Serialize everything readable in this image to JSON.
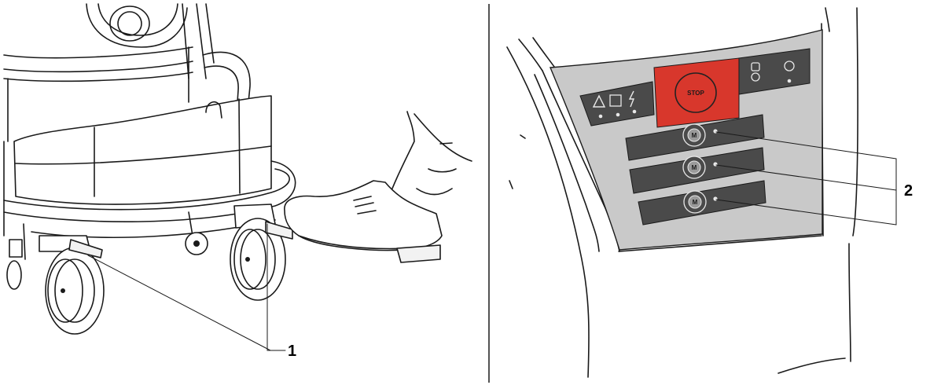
{
  "figure": {
    "callouts": [
      {
        "id": "1",
        "label": "1"
      },
      {
        "id": "2",
        "label": "2"
      }
    ],
    "control_panel": {
      "stop_label": "STOP",
      "motor_button_label": "M",
      "colors": {
        "stop_red": "#d8372c",
        "panel_gray": "#c9c9c9",
        "dark_bar": "#4a4a4a"
      }
    }
  }
}
